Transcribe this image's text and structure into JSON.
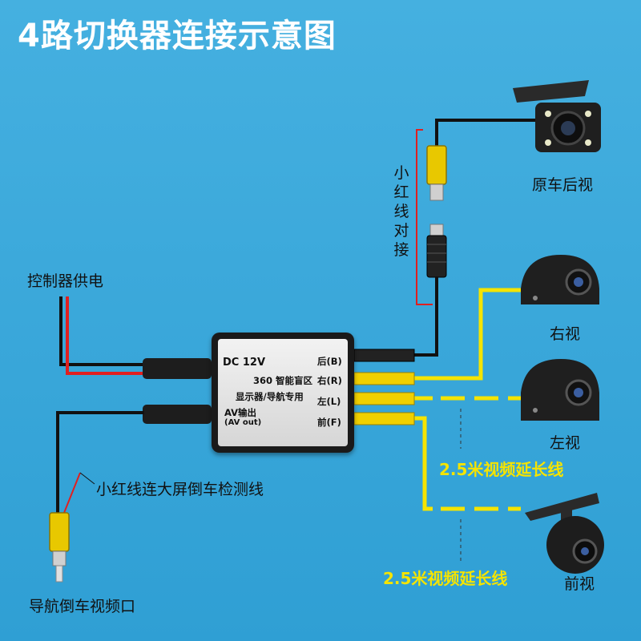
{
  "title": "4路切换器连接示意图",
  "labels": {
    "power": "控制器供电",
    "red_wire_note": "小红线连大屏倒车检测线",
    "nav_video": "导航倒车视频口",
    "rear_cam": "原车后视",
    "right_cam": "右视",
    "left_cam": "左视",
    "front_cam": "前视",
    "ext_cable_1": "2.5米视频延长线",
    "ext_cable_2": "2.5米视频延长线",
    "red_wire_join": "小红线对接"
  },
  "box": {
    "dc": "DC 12V",
    "line1": "360 智能盲区",
    "line2": "显示器/导航专用",
    "av_out": "AV输出",
    "av_out_en": "(AV out)",
    "port_b": "后(B)",
    "port_r": "右(R)",
    "port_l": "左(L)",
    "port_f": "前(F)"
  },
  "colors": {
    "background": "#3aa8d8",
    "wire_yellow": "#f5e400",
    "wire_black": "#111111",
    "wire_red": "#e02020"
  }
}
